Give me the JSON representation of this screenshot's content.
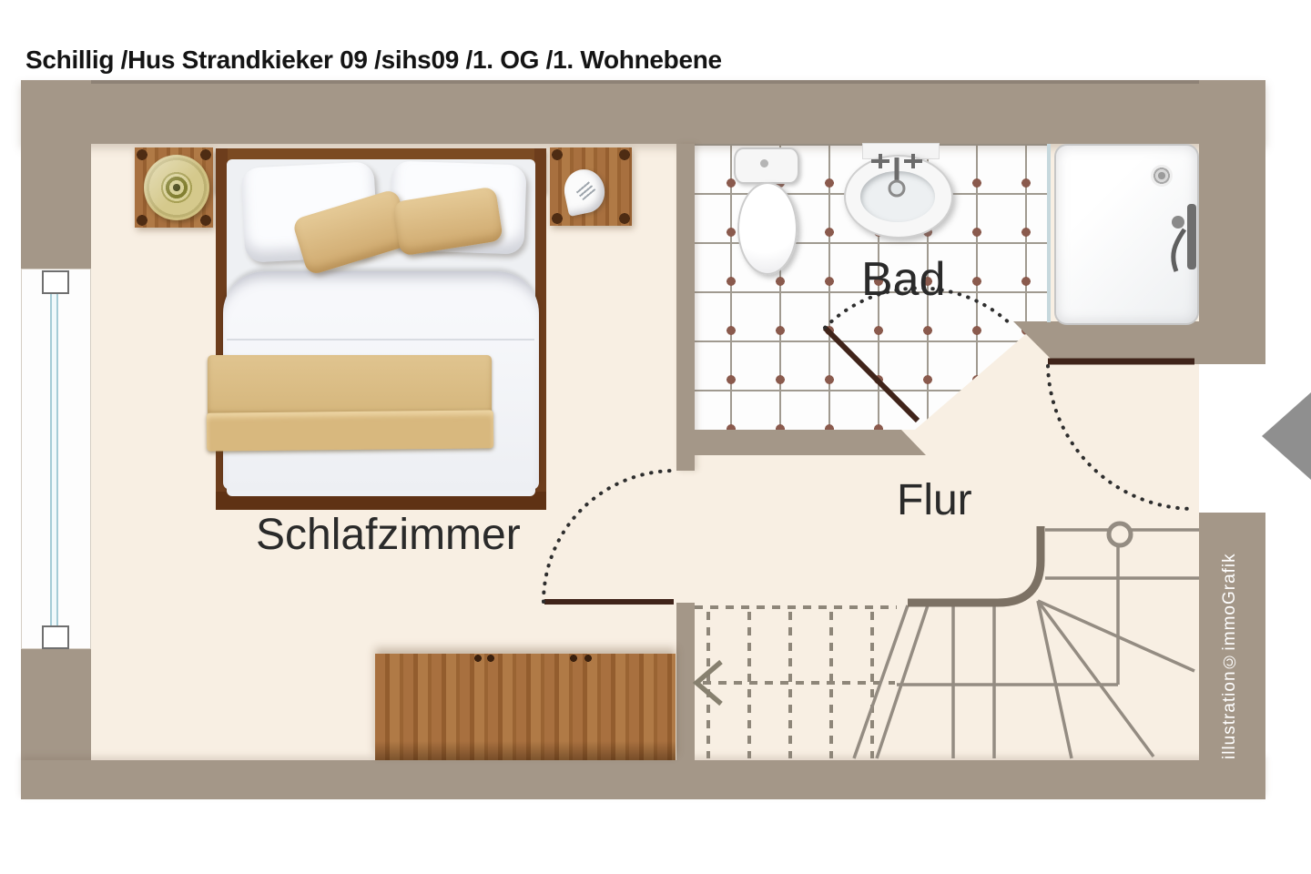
{
  "title": "Schillig /Hus Strandkieker 09 /sihs09 /1. OG /1. Wohnebene",
  "rooms": {
    "bedroom": "Schlafzimmer",
    "bath": "Bad",
    "hall": "Flur"
  },
  "watermark": "illustration©immoGrafik",
  "colors": {
    "wall": "#a49788",
    "floor": "#f8efe3",
    "tile_dot": "#8a5a4d",
    "wood": "#a4693a",
    "bed_frame": "#7b4a22",
    "textile_tan": "#ddc08a",
    "door_leaf": "#3f2317",
    "stair_line": "#948c82",
    "arrow": "#8f8f8f"
  }
}
